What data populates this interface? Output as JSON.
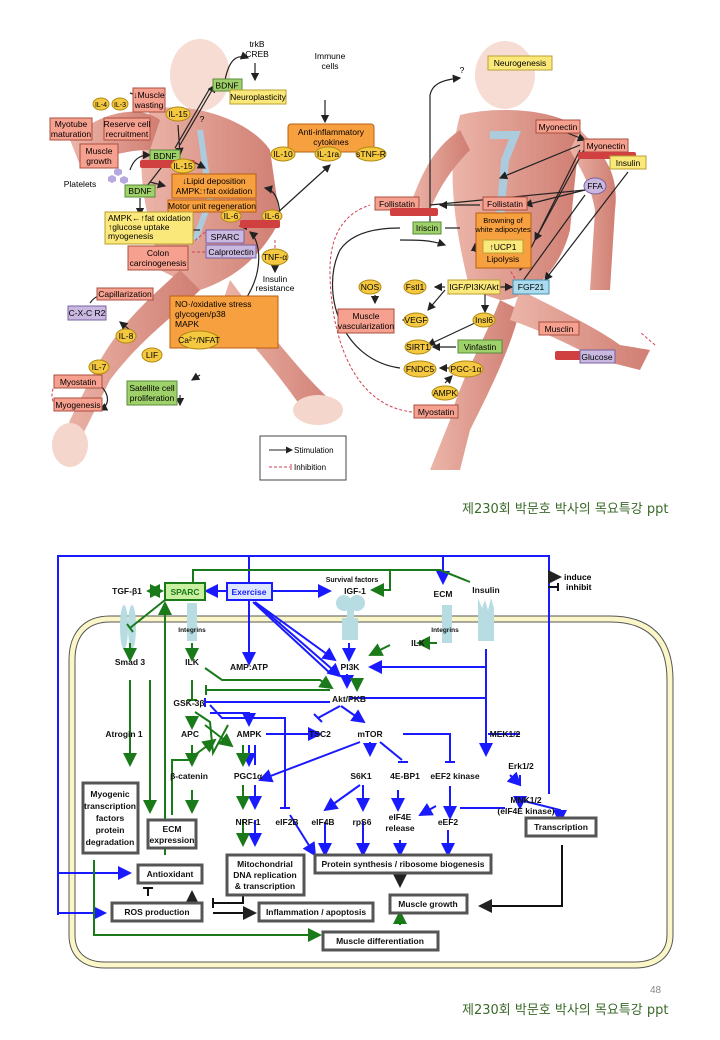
{
  "slide_top": {
    "left_figure": {
      "labels": {
        "trkb_creb": [
          "trkB",
          "CREB"
        ],
        "bdnf": "BDNF",
        "neuroplasticity": "Neuroplasticity",
        "muscle_wasting": [
          "↓Muscle",
          "wasting"
        ],
        "il4": "IL-4",
        "il3": "IL-3",
        "il15": "IL-15",
        "question": "?",
        "myotube_maturation": [
          "Myotube",
          "maturation"
        ],
        "reserve_cell": [
          "Reserve cell",
          "recruitment"
        ],
        "muscle_growth": [
          "Muscle",
          "growth"
        ],
        "platelets": "Platelets",
        "lipid": [
          "↓Lipid deposition",
          "AMPK:↑fat oxidation"
        ],
        "motor_unit": "Motor unit regeneration",
        "ampk_box": [
          "AMPK←↑fat oxidation",
          "↑glucose uptake",
          "myogenesis"
        ],
        "il6": "IL-6",
        "sparc": "SPARC",
        "calprotectin": "Calprotectin",
        "colon": [
          "Colon",
          "carcinogenesis"
        ],
        "tnfa": "TNF-α",
        "insulin_resistance": [
          "Insulin",
          "resistance"
        ],
        "capillarization": "Capillarization",
        "cxcr2": "C-X-C R2",
        "il8": "IL-8",
        "no_box": [
          "NO·/oxidative stress",
          "glycogen/p38",
          "MAPK"
        ],
        "ca_nfat": "Ca²⁺/NFAT",
        "lif": "LIF",
        "il7": "IL-7",
        "myostatin": "Myostatin",
        "myogenesis": "Myogenesis",
        "satellite": [
          "Satellite cell",
          "proliferation"
        ],
        "immune_cells": [
          "Immune",
          "cells"
        ],
        "anti_inflammatory": [
          "Anti-inflammatory",
          "cytokines"
        ],
        "il10": "IL-10",
        "il1ra": "IL-1ra",
        "stnfr": "sTNF-R"
      }
    },
    "right_figure": {
      "labels": {
        "neurogenesis": "Neurogenesis",
        "question": "?",
        "myonectin": "Myonectin",
        "insulin": "Insulin",
        "ffa": "FFA",
        "follistatin": "Follistatin",
        "irisin": "Iriscin",
        "browning": [
          "Browning of",
          "white adipocytes"
        ],
        "ucp1": "↑UCP1",
        "lipolysis": "Lipolysis",
        "nos": "NOS",
        "fstl1": "Fstl1",
        "igf": "IGF/PI3K/Akt",
        "fgf21": "FGF21",
        "muscle_vasc": [
          "Muscle",
          "vascularization"
        ],
        "vegf": "VEGF",
        "insl6": "Insl6",
        "musclin": "Musclin",
        "sirt1": "SIRT1",
        "vinfastin": "Vinfastin",
        "glucose": "Glucose",
        "fndc5": "FNDC5",
        "pgc1a": "PGC-1α",
        "ampk": "AMPK",
        "myostatin": "Myostatin"
      }
    },
    "legend": {
      "stimulation": "Stimulation",
      "inhibition": "Inhibition"
    },
    "caption": "제230회 박문호 박사의 목요특강 ppt"
  },
  "slide_bottom": {
    "legend": {
      "induce": "induce",
      "inhibit": "inhibit"
    },
    "nodes": {
      "tgfb1": "TGF-β1",
      "sparc": "SPARC",
      "exercise": "Exercise",
      "survival_factors": "Survival factors",
      "igf1": "IGF-1",
      "ecm": "ECM",
      "insulin": "Insulin",
      "integrins": "Integrins",
      "smad3": "Smad 3",
      "ilk": "ILK",
      "amp_atp": "AMP:ATP",
      "pi3k": "PI3K",
      "akt": "Akt/PKB",
      "gsk3b": "GSK-3β",
      "atrogin1": "Atrogin 1",
      "apc": "APC",
      "ampk": "AMPK",
      "tsc2": "TSC2",
      "mtor": "mTOR",
      "mek": "MEK1/2",
      "erk": "Erk1/2",
      "bcatenin": "β-catenin",
      "pgc1a": "PGC1α",
      "s6k1": "S6K1",
      "4ebp1": "4E-BP1",
      "eef2k": "eEF2 kinase",
      "mnk": "MNK1/2",
      "mnk_sub": "(eIF4E kinase)",
      "nrf1": "NRF-1",
      "eif2b": "eIF2B",
      "eif4b": "eIF4B",
      "rps6": "rpS6",
      "eif4e": [
        "eIF4E",
        "release"
      ],
      "eef2": "eEF2"
    },
    "boxes": {
      "myogenic": [
        "Myogenic",
        "transcription",
        "factors",
        "protein",
        "degradation"
      ],
      "ecm_expr": [
        "ECM",
        "expression"
      ],
      "mito": [
        "Mitochondrial",
        "DNA replication",
        "& transcription"
      ],
      "protein_syn": "Protein synthesis / ribosome biogenesis",
      "transcription": "Transcription",
      "antioxidant": "Antioxidant",
      "ros": "ROS production",
      "inflammation": "Inflammation / apoptosis",
      "muscle_growth": "Muscle growth",
      "muscle_diff": "Muscle differentiation"
    },
    "page_number": "48",
    "caption": "제230회 박문호 박사의 목요특강 ppt"
  },
  "colors": {
    "blue": "#1a1aff",
    "green": "#1a7a1a",
    "membrane": "#fbf6c8",
    "receptor": "#b7dde3",
    "orange": "#f7a040",
    "salmon": "#f6a090",
    "yellow": "#fbe87a",
    "lightgreen": "#9fd16a",
    "lavender": "#c9b8e0",
    "caption": "#3a6a2a"
  }
}
